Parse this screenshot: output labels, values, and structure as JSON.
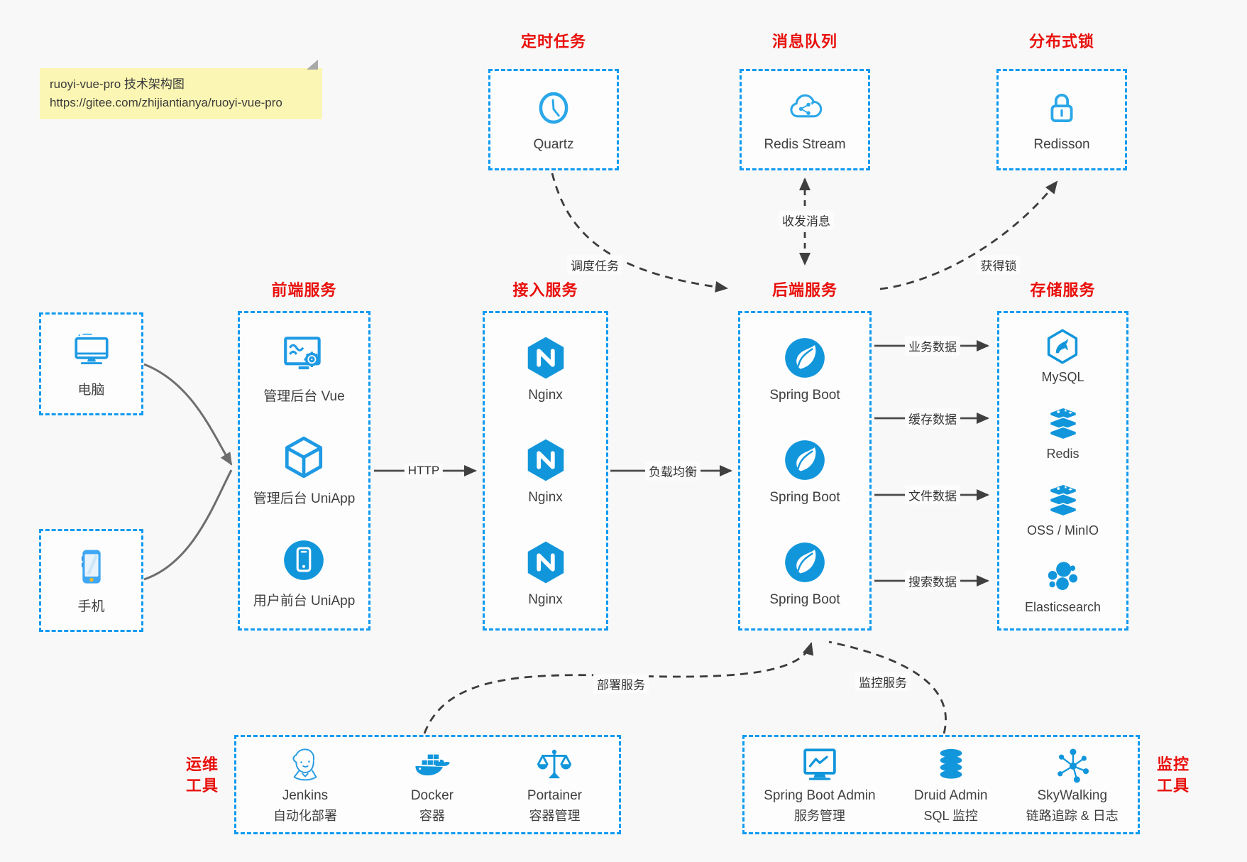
{
  "note": {
    "title": "ruoyi-vue-pro 技术架构图",
    "url": "https://gitee.com/zhijiantianya/ruoyi-vue-pro"
  },
  "top_groups": [
    {
      "id": "scheduled-job",
      "title": "定时任务",
      "icon": "clock-icon",
      "label": "Quartz"
    },
    {
      "id": "message-queue",
      "title": "消息队列",
      "icon": "cloud-message-icon",
      "label": "Redis Stream"
    },
    {
      "id": "distributed-lock",
      "title": "分布式锁",
      "icon": "lock-icon",
      "label": "Redisson"
    }
  ],
  "clients": [
    {
      "icon": "desktop-icon",
      "label": "电脑"
    },
    {
      "icon": "mobile-icon",
      "label": "手机"
    }
  ],
  "columns": {
    "frontend": {
      "title": "前端服务",
      "items": [
        {
          "icon": "admin-vue-icon",
          "label": "管理后台 Vue"
        },
        {
          "icon": "uniapp-cube-icon",
          "label": "管理后台 UniApp"
        },
        {
          "icon": "user-app-icon",
          "label": "用户前台 UniApp"
        }
      ]
    },
    "gateway": {
      "title": "接入服务",
      "items": [
        {
          "icon": "nginx-icon",
          "label": "Nginx"
        },
        {
          "icon": "nginx-icon",
          "label": "Nginx"
        },
        {
          "icon": "nginx-icon",
          "label": "Nginx"
        }
      ]
    },
    "backend": {
      "title": "后端服务",
      "items": [
        {
          "icon": "spring-boot-icon",
          "label": "Spring Boot"
        },
        {
          "icon": "spring-boot-icon",
          "label": "Spring Boot"
        },
        {
          "icon": "spring-boot-icon",
          "label": "Spring Boot"
        }
      ]
    },
    "storage": {
      "title": "存储服务",
      "items": [
        {
          "icon": "mysql-icon",
          "label": "MySQL"
        },
        {
          "icon": "redis-icon",
          "label": "Redis"
        },
        {
          "icon": "object-storage-icon",
          "label": "OSS / MinIO"
        },
        {
          "icon": "elasticsearch-icon",
          "label": "Elasticsearch"
        }
      ]
    }
  },
  "bottom_groups": {
    "devops": {
      "title_line1": "运维",
      "title_line2": "工具",
      "items": [
        {
          "icon": "jenkins-icon",
          "name": "Jenkins",
          "desc": "自动化部署"
        },
        {
          "icon": "docker-icon",
          "name": "Docker",
          "desc": "容器"
        },
        {
          "icon": "portainer-icon",
          "name": "Portainer",
          "desc": "容器管理"
        }
      ]
    },
    "monitoring": {
      "title_line1": "监控",
      "title_line2": "工具",
      "items": [
        {
          "icon": "spring-boot-admin-icon",
          "name": "Spring Boot Admin",
          "desc": "服务管理"
        },
        {
          "icon": "druid-icon",
          "name": "Druid Admin",
          "desc": "SQL 监控"
        },
        {
          "icon": "skywalking-icon",
          "name": "SkyWalking",
          "desc": "链路追踪 & 日志"
        }
      ]
    }
  },
  "edges": {
    "schedule": "调度任务",
    "message": "收发消息",
    "acquire_lock": "获得锁",
    "http": "HTTP",
    "load_balance": "负载均衡",
    "business_data": "业务数据",
    "cache_data": "缓存数据",
    "file_data": "文件数据",
    "search_data": "搜索数据",
    "deploy": "部署服务",
    "monitor": "监控服务"
  },
  "colors": {
    "accent_blue": "#0f9af0",
    "icon_blue": "#1296db",
    "title_red": "#e8100c",
    "arrow_dark": "#3f3f3f",
    "arrow_gray": "#6e6e6e",
    "note_bg": "#fbf6b3",
    "canvas_bg": "#f8f8f8"
  }
}
